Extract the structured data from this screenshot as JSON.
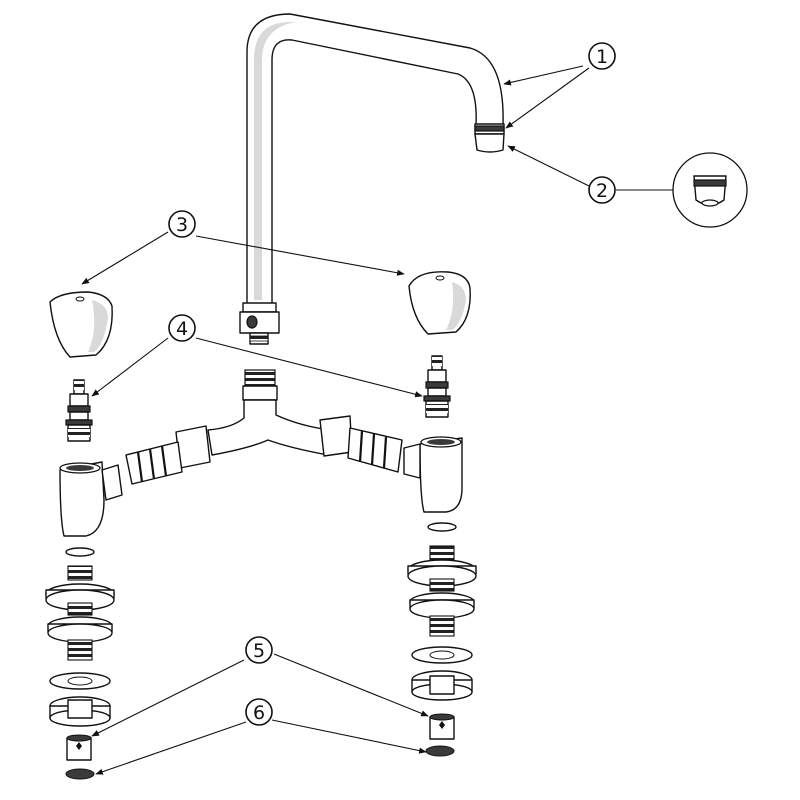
{
  "callouts": [
    {
      "id": "1",
      "label": "1"
    },
    {
      "id": "2",
      "label": "2"
    },
    {
      "id": "3",
      "label": "3"
    },
    {
      "id": "4",
      "label": "4"
    },
    {
      "id": "5",
      "label": "5"
    },
    {
      "id": "6",
      "label": "6"
    }
  ],
  "colors": {
    "line": "#111111",
    "fill": "#ffffff",
    "shade": "#d9d9d9",
    "dark": "#3a3a3a"
  }
}
